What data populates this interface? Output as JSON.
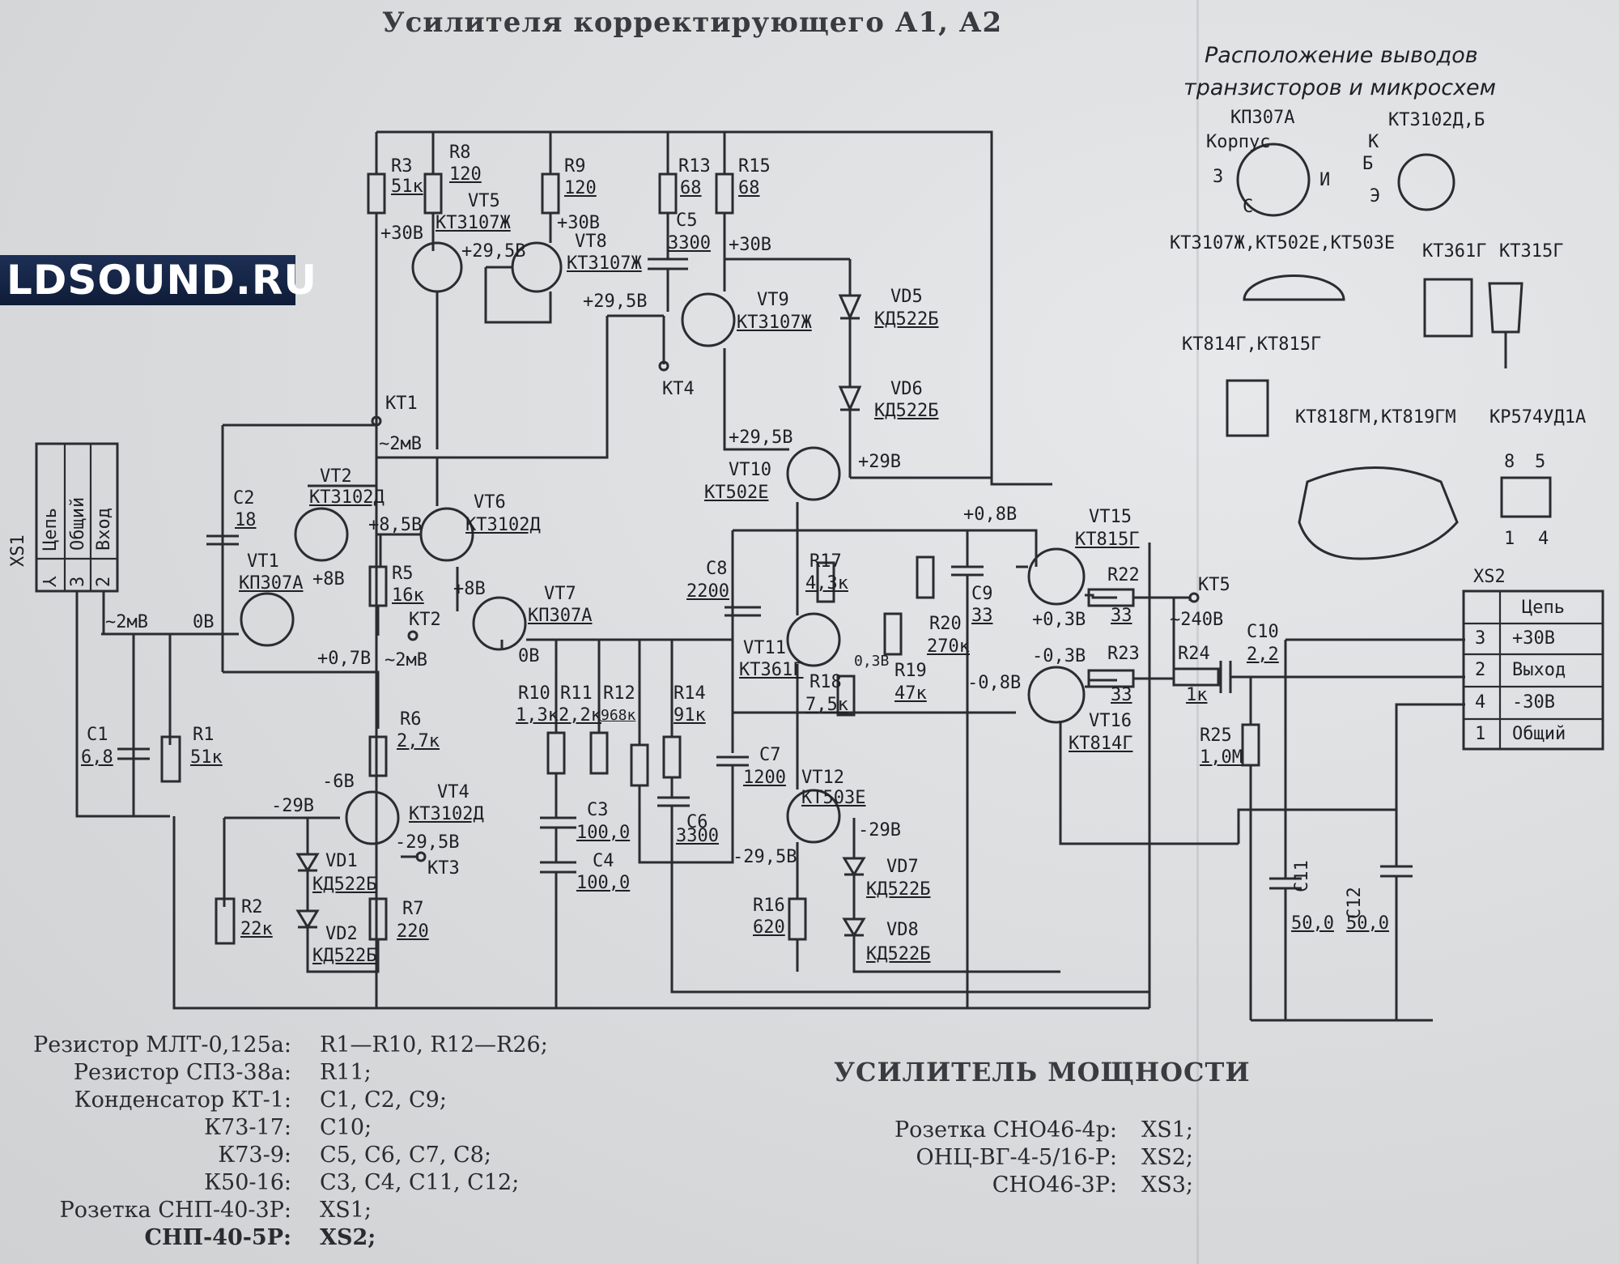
{
  "title": "Усилителя корректирующего А1, А2",
  "power_title": "УСИЛИТЕЛЬ МОЩНОСТИ",
  "watermark": "LDSOUND.RU",
  "pinout": {
    "heading_1": "Расположение выводов",
    "heading_2": "транзисторов и микросхем",
    "kp307a": "КП307А",
    "kt3102": "КТ3102Д,Б",
    "korpus": "Корпус",
    "pin_3": "3",
    "pin_c": "С",
    "pin_i": "И",
    "pin_k": "К",
    "pin_b": "Б",
    "pin_e": "Э",
    "to92_group": "КТ3107Ж,КТ502Е,КТ503Е",
    "kt361": "КТ361Г",
    "kt315": "КТ315Г",
    "kt814": "КТ814Г,КТ815Г",
    "kt818": "КТ818ГМ,КТ819ГМ",
    "kr574": "КР574УД1А",
    "ic_pin_8": "8",
    "ic_pin_5": "5",
    "ic_pin_1": "1",
    "ic_pin_4": "4"
  },
  "xs1": {
    "name": "XS1",
    "headers": [
      "Цепь",
      "Общий",
      "Вход"
    ],
    "pins": [
      "3",
      "2"
    ],
    "sym": "⅄"
  },
  "xs2": {
    "name": "XS2",
    "header": "Цепь",
    "rows": [
      {
        "pin": "3",
        "net": "+30В"
      },
      {
        "pin": "2",
        "net": "Выход"
      },
      {
        "pin": "4",
        "net": "-30В"
      },
      {
        "pin": "1",
        "net": "Общий"
      }
    ]
  },
  "components": {
    "R3": "R3",
    "R3v": "51к",
    "R8": "R8",
    "R8v": "120",
    "R9": "R9",
    "R9v": "120",
    "R13": "R13",
    "R13v": "68",
    "R15": "R15",
    "R15v": "68",
    "C5": "С5",
    "C5v": "3300",
    "VT5": "VT5",
    "VT5t": "КТ3107Ж",
    "VT8": "VT8",
    "VT8t": "КТ3107Ж",
    "VT9": "VT9",
    "VT9t": "КТ3107Ж",
    "VD5": "VD5",
    "VD5t": "КД522Б",
    "VD6": "VD6",
    "VD6t": "КД522Б",
    "VT2": "VT2",
    "VT2t": "КТ3102Д",
    "VT6": "VT6",
    "VT6t": "КТ3102Д",
    "VT1": "VT1",
    "VT1t": "КП307А",
    "VT7": "VT7",
    "VT7t": "КП307А",
    "C2": "С2",
    "C2v": "18",
    "R5": "R5",
    "R5v": "16к",
    "KT1": "КТ1",
    "KT2": "КТ2",
    "KT3": "КТ3",
    "KT4": "КТ4",
    "KT5": "КТ5",
    "VT10": "VT10",
    "VT10t": "КТ502Е",
    "VT11": "VT11",
    "VT11t": "КТ361Г",
    "VT12": "VT12",
    "VT12t": "КТ503Е",
    "VT15": "VT15",
    "VT15t": "КТ815Г",
    "VT16": "VT16",
    "VT16t": "КТ814Г",
    "C8": "С8",
    "C8v": "2200",
    "R17": "R17",
    "R17v": "4,3к",
    "R18": "R18",
    "R18v": "7,5к",
    "R19": "R19",
    "R19v": "47к",
    "R20": "R20",
    "R20v": "270к",
    "C9": "С9",
    "C9v": "33",
    "R22": "R22",
    "R22v": "33",
    "R23": "R23",
    "R23v": "33",
    "R24": "R24",
    "R24v": "1к",
    "C10": "С10",
    "C10v": "2,2",
    "R25": "R25",
    "R25v": "1,0М",
    "C1": "С1",
    "C1v": "6,8",
    "R1": "R1",
    "R1v": "51к",
    "R2": "R2",
    "R2v": "22к",
    "R6": "R6",
    "R6v": "2,7к",
    "VT4": "VT4",
    "VT4t": "КТ3102Д",
    "R7": "R7",
    "R7v": "220",
    "VD1": "VD1",
    "VD1t": "КД522Б",
    "VD2": "VD2",
    "VD2t": "КД522Б",
    "R10": "R10",
    "R10v": "1,3к",
    "R11": "R11",
    "R11v": "2,2к",
    "R12": "R12",
    "R12v": "968к",
    "R14": "R14",
    "R14v": "91к",
    "C7": "С7",
    "C7v": "1200",
    "C3": "С3",
    "C3v": "100,0",
    "C4": "С4",
    "C4v": "100,0",
    "C6": "С6",
    "C6v": "3300",
    "R16": "R16",
    "R16v": "620",
    "VD7": "VD7",
    "VD7t": "КД522Б",
    "VD8": "VD8",
    "VD8t": "КД522Б",
    "C11": "С11",
    "C11v": "50,0",
    "C12": "С12",
    "C12v": "50,0"
  },
  "voltages": {
    "v30a": "+30В",
    "v295a": "+29,5В",
    "v30b": "+30В",
    "v30c": "+30В",
    "v295b": "+29,5В",
    "v295c": "+29,5В",
    "v29a": "+29В",
    "v2mv1": "~2мВ",
    "v85": "+8,5В",
    "v8a": "+8В",
    "v8b": "+8В",
    "v2mv2": "~2мВ",
    "v0a": "0В",
    "v07": "+0,7В",
    "v2mv3": "~2мВ",
    "v0b": "0В",
    "v08a": "+0,8В",
    "v03a": "+0,3В",
    "v240": "~240В",
    "v03b": "-0,3В",
    "v08b": "-0,8В",
    "v03c": "0,3В",
    "v6": "-6В",
    "v29b": "-29В",
    "v295d": "-29,5В",
    "v295e": "-29,5В",
    "v29c": "-29В"
  },
  "parts_list": [
    {
      "k": "Резистор МЛТ-0,125а:",
      "v": "R1—R10, R12—R26;"
    },
    {
      "k": "Резистор СП3-38а:",
      "v": "R11;"
    },
    {
      "k": "Конденсатор КТ-1:",
      "v": "С1, С2, С9;"
    },
    {
      "k": "К73-17:",
      "v": "С10;"
    },
    {
      "k": "К73-9:",
      "v": "С5, С6, С7, С8;"
    },
    {
      "k": "К50-16:",
      "v": "С3, С4, С11, С12;"
    },
    {
      "k": "Розетка СНП-40-3Р:",
      "v": "XS1;"
    },
    {
      "k": "СНП-40-5Р:",
      "v": "XS2;"
    }
  ],
  "sockets_list": [
    {
      "k": "Розетка СНО46-4р:",
      "v": "XS1;"
    },
    {
      "k": "ОНЦ-ВГ-4-5/16-Р:",
      "v": "XS2;"
    },
    {
      "k": "СНО46-3Р:",
      "v": "XS3;"
    }
  ]
}
